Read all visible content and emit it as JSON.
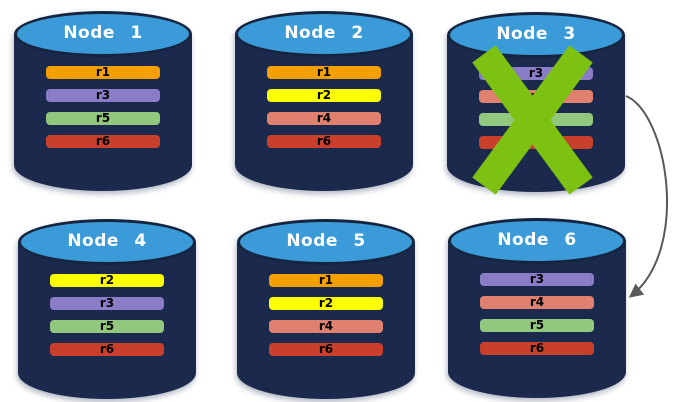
{
  "canvas": {
    "background": "#FFFFFF"
  },
  "nodes": [
    {
      "id": "node-1",
      "title": "Node 1",
      "failed": false,
      "replicas": [
        "r1",
        "r3",
        "r5",
        "r6"
      ]
    },
    {
      "id": "node-2",
      "title": "Node 2",
      "failed": false,
      "replicas": [
        "r1",
        "r2",
        "r4",
        "r6"
      ]
    },
    {
      "id": "node-3",
      "title": "Node 3",
      "failed": true,
      "replicas": [
        "r3",
        "r4",
        "r5",
        "r6"
      ]
    },
    {
      "id": "node-4",
      "title": "Node 4",
      "failed": false,
      "replicas": [
        "r2",
        "r3",
        "r5",
        "r6"
      ]
    },
    {
      "id": "node-5",
      "title": "Node 5",
      "failed": false,
      "replicas": [
        "r1",
        "r2",
        "r4",
        "r6"
      ]
    },
    {
      "id": "node-6",
      "title": "Node 6",
      "failed": false,
      "replicas": [
        "r3",
        "r4",
        "r5",
        "r6"
      ]
    }
  ],
  "replica_colors": {
    "r1": "#F6A000",
    "r2": "#FDFF00",
    "r3": "#8B7CC8",
    "r4": "#E08170",
    "r5": "#92C87E",
    "r6": "#C8402B"
  },
  "replica_label_color": "#000000",
  "cylinder": {
    "body_color": "#1B2A4C",
    "top_color": "#3B9BD9",
    "top_border_color": "#16253F",
    "title_color": "#FFFFFF"
  },
  "failure_marker": {
    "node": "Node 3",
    "shape": "green-x",
    "color": "#7DC212"
  },
  "arrow": {
    "from": "Node 3",
    "to": "Node 6",
    "color": "#595959"
  }
}
